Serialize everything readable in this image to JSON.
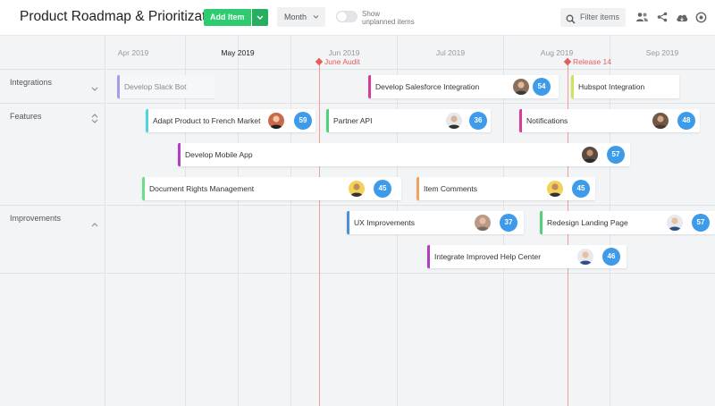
{
  "header": {
    "title": "Product Roadmap & Prioritization",
    "add_item_label": "Add Item",
    "view_select": "Month",
    "toggle_label_line1": "Show",
    "toggle_label_line2": "unplanned items",
    "filter_placeholder": "Filter items"
  },
  "colors": {
    "add_button": "#2ecc71",
    "score_badge": "#3d9be9",
    "milestone": "#e35d5d"
  },
  "months": [
    "Apr 2019",
    "May 2019",
    "Jun 2019",
    "Jul 2019",
    "Aug 2019",
    "Sep 2019"
  ],
  "current_month": "May 2019",
  "milestones": [
    {
      "label": "June Audit"
    },
    {
      "label": "Release 14"
    }
  ],
  "groups": [
    {
      "label": "Integrations",
      "state": "collapsed"
    },
    {
      "label": "Features",
      "state": "sortable"
    },
    {
      "label": "Improvements",
      "state": "expanded"
    }
  ],
  "items": [
    {
      "name": "Develop Slack Bot",
      "color": "#a79de6",
      "score": null
    },
    {
      "name": "Develop Salesforce Integration",
      "color": "#d63d99",
      "score": "54"
    },
    {
      "name": "Hubspot Integration",
      "color": "#cce35a",
      "score": null
    },
    {
      "name": "Adapt Product to French Market",
      "color": "#4fd3e0",
      "score": "59"
    },
    {
      "name": "Partner API",
      "color": "#52d07a",
      "score": "36"
    },
    {
      "name": "Notifications",
      "color": "#d63d99",
      "score": "48"
    },
    {
      "name": "Develop Mobile App",
      "color": "#b23ec2",
      "score": "57"
    },
    {
      "name": "Document Rights Management",
      "color": "#6fdc8c",
      "score": "45"
    },
    {
      "name": "Item Comments",
      "color": "#f0a261",
      "score": "45"
    },
    {
      "name": "UX Improvements",
      "color": "#4a90d9",
      "score": "37"
    },
    {
      "name": "Redesign Landing Page",
      "color": "#52d07a",
      "score": "57"
    },
    {
      "name": "Integrate Improved Help Center",
      "color": "#b23ec2",
      "score": "46"
    }
  ]
}
